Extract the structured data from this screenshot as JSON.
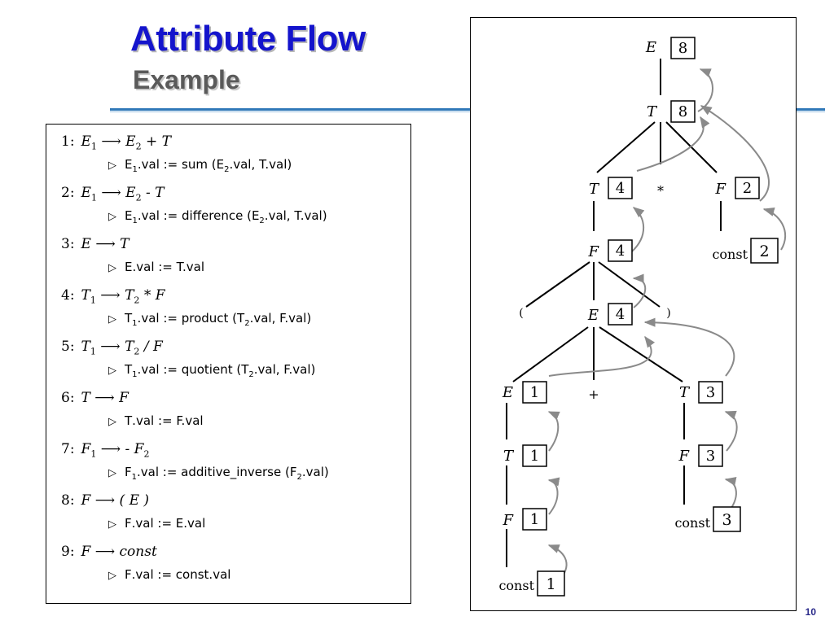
{
  "slide": {
    "title": "Attribute Flow",
    "subtitle": "Example",
    "page_number": "10"
  },
  "grammar": [
    {
      "n": "1:",
      "lhs": "E",
      "lhs_sub": "1",
      "rhs": "E",
      "rhs_sub": "2",
      "rhs_rest": " + T",
      "act_pre": "E",
      "act_sub": "1",
      "act_mid": ".val := sum (E",
      "act_sub2": "2",
      "act_end": ".val, T.val)"
    },
    {
      "n": "2:",
      "lhs": "E",
      "lhs_sub": "1",
      "rhs": "E",
      "rhs_sub": "2",
      "rhs_rest": " - T",
      "act_pre": "E",
      "act_sub": "1",
      "act_mid": ".val := difference (E",
      "act_sub2": "2",
      "act_end": ".val, T.val)"
    },
    {
      "n": "3:",
      "lhs": "E",
      "lhs_sub": "",
      "rhs": "T",
      "rhs_sub": "",
      "rhs_rest": "",
      "act_pre": "E",
      "act_sub": "",
      "act_mid": ".val := T.val",
      "act_sub2": "",
      "act_end": ""
    },
    {
      "n": "4:",
      "lhs": "T",
      "lhs_sub": "1",
      "rhs": "T",
      "rhs_sub": "2",
      "rhs_rest": " * F",
      "act_pre": "T",
      "act_sub": "1",
      "act_mid": ".val := product (T",
      "act_sub2": "2",
      "act_end": ".val, F.val)"
    },
    {
      "n": "5:",
      "lhs": "T",
      "lhs_sub": "1",
      "rhs": "T",
      "rhs_sub": "2",
      "rhs_rest": " / F",
      "act_pre": "T",
      "act_sub": "1",
      "act_mid": ".val := quotient (T",
      "act_sub2": "2",
      "act_end": ".val, F.val)"
    },
    {
      "n": "6:",
      "lhs": "T",
      "lhs_sub": "",
      "rhs": "F",
      "rhs_sub": "",
      "rhs_rest": "",
      "act_pre": "T",
      "act_sub": "",
      "act_mid": ".val := F.val",
      "act_sub2": "",
      "act_end": ""
    },
    {
      "n": "7:",
      "lhs": "F",
      "lhs_sub": "1",
      "rhs": "- F",
      "rhs_sub": "2",
      "rhs_rest": "",
      "act_pre": "F",
      "act_sub": "1",
      "act_mid": ".val := additive_inverse (F",
      "act_sub2": "2",
      "act_end": ".val)"
    },
    {
      "n": "8:",
      "lhs": "F",
      "lhs_sub": "",
      "rhs": "( E )",
      "rhs_sub": "",
      "rhs_rest": "",
      "act_pre": "F",
      "act_sub": "",
      "act_mid": ".val := E.val",
      "act_sub2": "",
      "act_end": ""
    },
    {
      "n": "9:",
      "lhs": "F",
      "lhs_sub": "",
      "rhs": "const",
      "rhs_sub": "",
      "rhs_rest": "",
      "act_pre": "F",
      "act_sub": "",
      "act_mid": ".val := const.val",
      "act_sub2": "",
      "act_end": ""
    }
  ],
  "tree": {
    "labels": {
      "e_root": "E",
      "e_root_val": "8",
      "t_top": "T",
      "t_top_val": "8",
      "t_left": "T",
      "t_left_val": "4",
      "star": "*",
      "f_right": "F",
      "f_right_val": "2",
      "const_right": "const",
      "const_right_val": "2",
      "f_paren": "F",
      "f_paren_val": "4",
      "lparen": "(",
      "rparen": ")",
      "e_inner": "E",
      "e_inner_val": "4",
      "e_left": "E",
      "e_left_val": "1",
      "plus": "+",
      "t_right": "T",
      "t_right_val": "3",
      "t_low": "T",
      "t_low_val": "1",
      "f_low_right": "F",
      "f_low_right_val": "3",
      "f_low": "F",
      "f_low_val": "1",
      "const_mid": "const",
      "const_mid_val": "3",
      "const_left": "const",
      "const_left_val": "1"
    }
  },
  "colors": {
    "title": "#1414cc",
    "subtitle": "#5a5a5a",
    "rule": "#2f78b8",
    "arrow": "#8a8a8a"
  }
}
